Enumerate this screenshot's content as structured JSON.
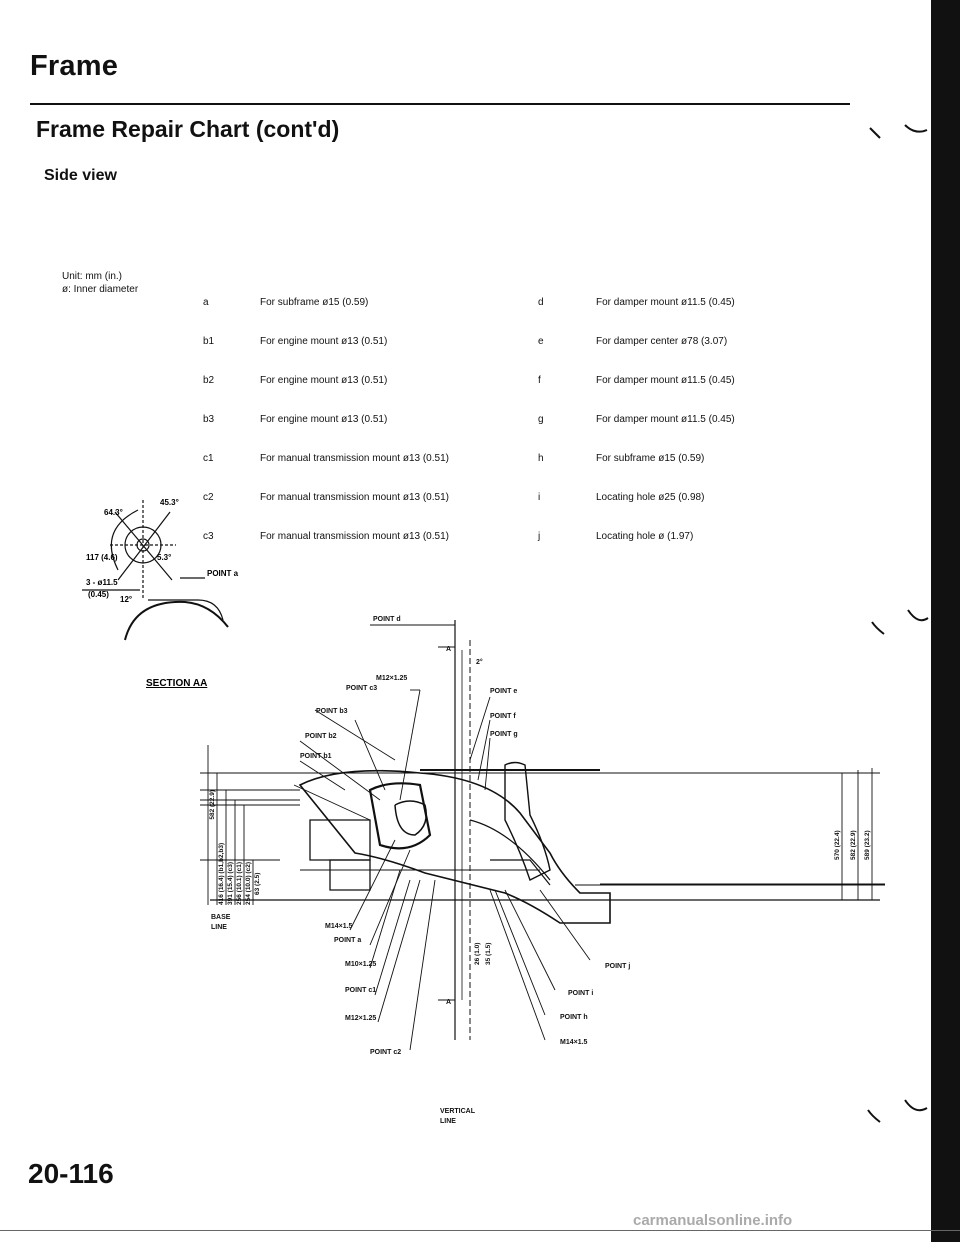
{
  "header": {
    "title": "Frame"
  },
  "chart_title": "Frame Repair Chart (cont'd)",
  "view_title": "Side view",
  "unit_note": [
    "Unit: mm (in.)",
    "ø: Inner diameter"
  ],
  "legend_left": [
    {
      "key": "a",
      "text": "For subframe ø15 (0.59)"
    },
    {
      "key": "b1",
      "text": "For engine mount ø13 (0.51)"
    },
    {
      "key": "b2",
      "text": "For engine mount ø13 (0.51)"
    },
    {
      "key": "b3",
      "text": "For engine mount ø13 (0.51)"
    },
    {
      "key": "c1",
      "text": "For manual transmission mount ø13 (0.51)"
    },
    {
      "key": "c2",
      "text": "For manual transmission mount ø13 (0.51)"
    },
    {
      "key": "c3",
      "text": "For manual transmission mount ø13 (0.51)"
    }
  ],
  "legend_right": [
    {
      "key": "d",
      "text": "For damper mount ø11.5 (0.45)"
    },
    {
      "key": "e",
      "text": "For damper center ø78 (3.07)"
    },
    {
      "key": "f",
      "text": "For damper mount ø11.5 (0.45)"
    },
    {
      "key": "g",
      "text": "For damper mount ø11.5 (0.45)"
    },
    {
      "key": "h",
      "text": "For subframe ø15 (0.59)"
    },
    {
      "key": "i",
      "text": "Locating hole ø25 (0.98)"
    },
    {
      "key": "j",
      "text": "Locating hole ø (1.97)"
    }
  ],
  "diagram": {
    "section_label": "SECTION AA",
    "section_hole": "3 - ø11.5",
    "section_hole_in": "(0.45)",
    "section_angles": [
      "64.3°",
      "45.3°",
      "117 (4.6)",
      "5.3°",
      "12°"
    ],
    "base_line": "BASE\nLINE",
    "base_line_1": "BASE",
    "base_line_2": "LINE",
    "vertical_line_1": "VERTICAL",
    "vertical_line_2": "LINE",
    "point_a": "POINT a",
    "point_d": "POINT d",
    "point_e": "POINT e",
    "point_f": "POINT f",
    "point_g": "POINT g",
    "point_h": "POINT h",
    "point_i": "POINT i",
    "point_j": "POINT j",
    "point_b1": "POINT b1",
    "point_b2": "POINT b2",
    "point_b3": "POINT b3",
    "point_c1": "POINT c1",
    "point_c2": "POINT c2",
    "point_c3": "POINT c3",
    "point_a_lower": "POINT a",
    "m12_top": "M12×1.25",
    "m14_left": "M14×1.5",
    "m10": "M10×1.25",
    "m12_bottom": "M12×1.25",
    "m14_right": "M14×1.5",
    "marker_a": "A",
    "angle_2": "2°",
    "dims_left": [
      "582 (22.9)",
      "416 (16.4) (b1,b2,b3)",
      "391 (15.4) (c3)",
      "256 (10.1) (c1)",
      "254 (10.0) (c2)",
      "63 (2.5)"
    ],
    "dims_right": [
      "570 (22.4)",
      "582 (22.9)",
      "589 (23.2)"
    ],
    "dims_center": [
      "26 (1.0)",
      "35 (1.5)"
    ]
  },
  "page_number": "20-116",
  "watermark": "carmanualsonline.info"
}
